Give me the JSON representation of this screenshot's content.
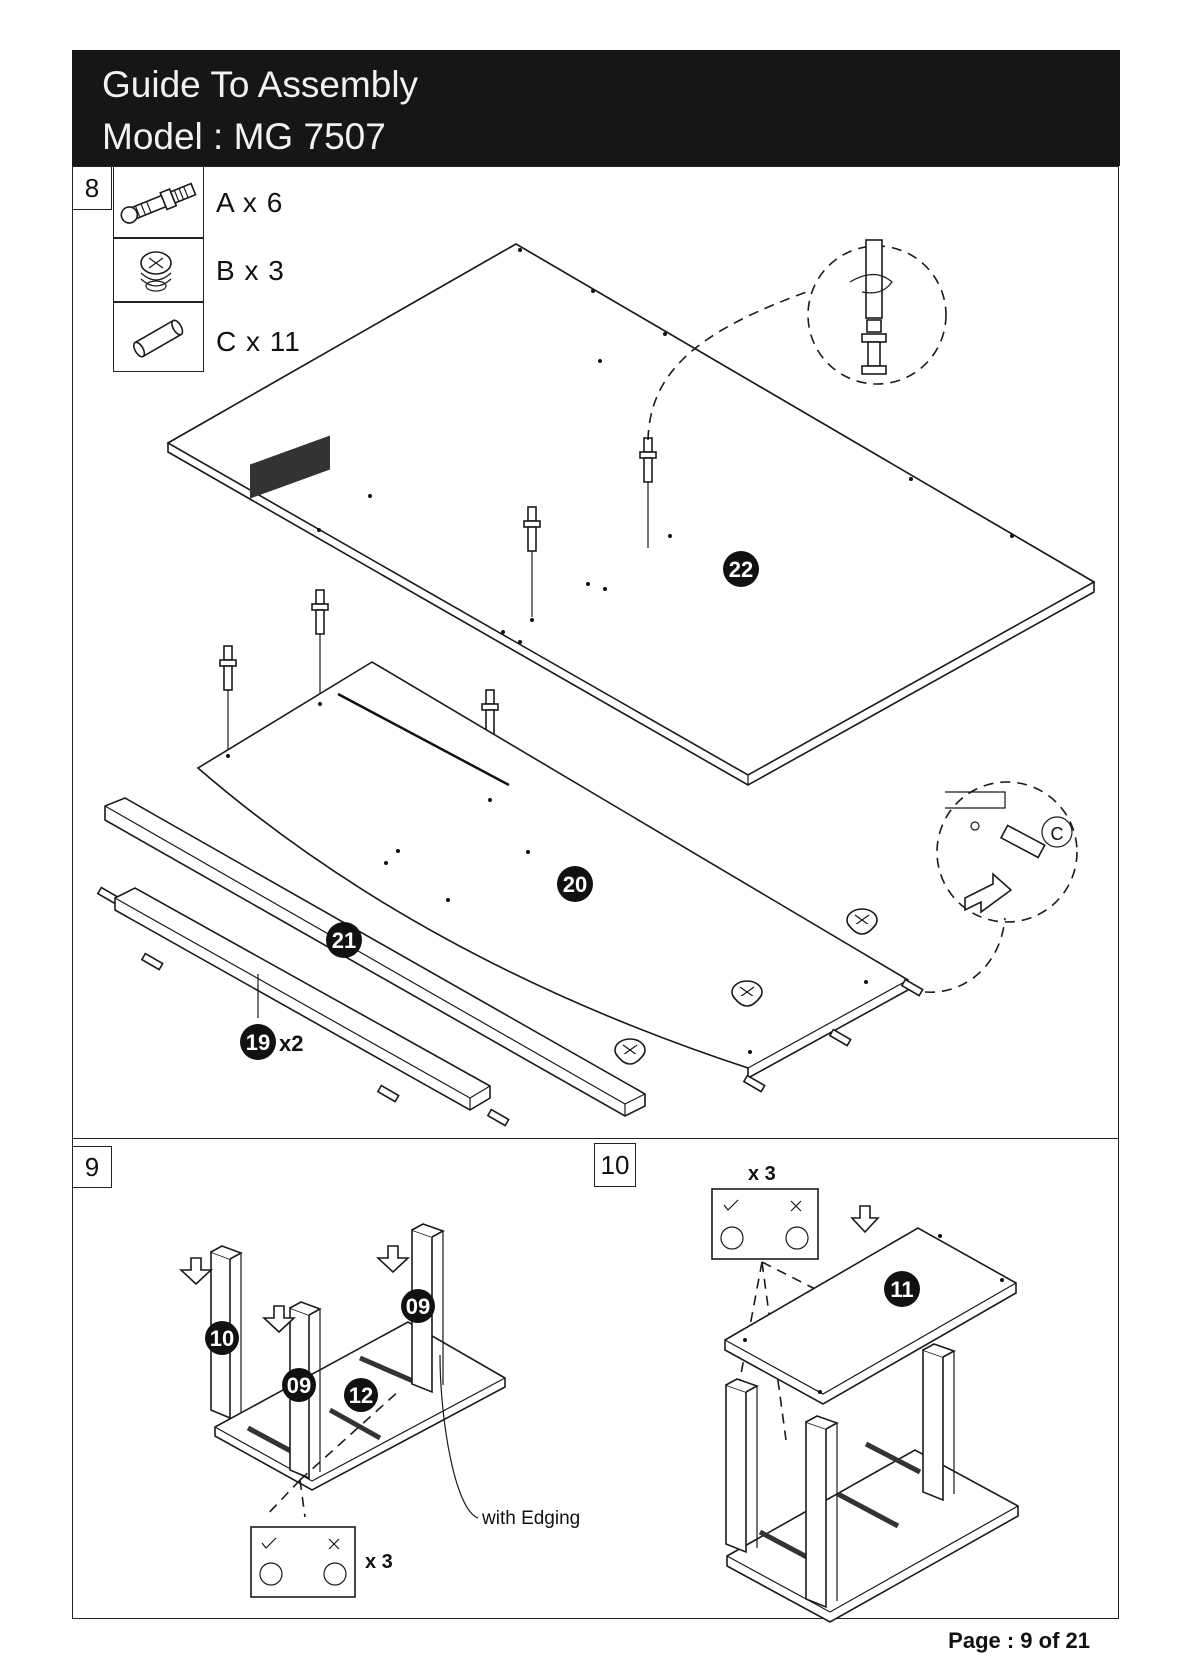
{
  "header": {
    "title": "Guide To Assembly",
    "model": "Model : MG 7507"
  },
  "step8": {
    "number": "8",
    "parts": [
      {
        "icon": "cam-bolt-icon",
        "label": "A x 6"
      },
      {
        "icon": "cam-lock-icon",
        "label": "B x 3"
      },
      {
        "icon": "wooden-dowel-icon",
        "label": "C x 11"
      }
    ],
    "panels": {
      "top": "22",
      "shelf": "20",
      "rail": "21",
      "back_rails": "19",
      "back_rails_qty": "x2"
    },
    "callout_letter": "C"
  },
  "step9": {
    "number": "9",
    "panels": {
      "left_side": "10",
      "mid_side": "09",
      "right_side": "09",
      "bottom": "12"
    },
    "edging_note": "with Edging",
    "cam_qty": "x 3"
  },
  "step10": {
    "number": "10",
    "cam_qty": "x 3",
    "panel": "11"
  },
  "footer": {
    "page": "Page : 9 of 21"
  }
}
